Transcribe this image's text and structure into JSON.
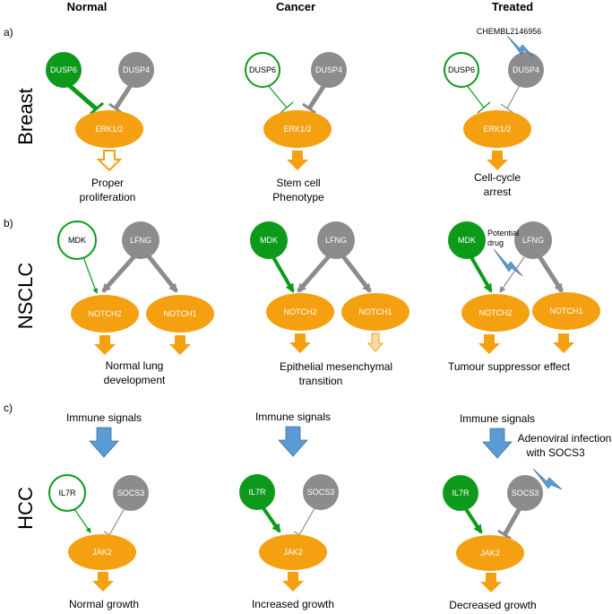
{
  "columns": {
    "normal": "Normal",
    "cancer": "Cancer",
    "treated": "Treated"
  },
  "panels": {
    "a": {
      "letter": "a)",
      "row_label": "Breast"
    },
    "b": {
      "letter": "b)",
      "row_label": "NSCLC"
    },
    "c": {
      "letter": "c)",
      "row_label": "HCC"
    }
  },
  "colors": {
    "green": "#0d9a1a",
    "grey": "#8c8c8c",
    "orange": "#f5a011",
    "orange_light": "#fbd9a8",
    "blue": "#5b9bd5",
    "blue_dark": "#41719c"
  },
  "breast": {
    "dusp6": "DUSP6",
    "dusp4": "DUSP4",
    "erk": "ERK1/2",
    "normal_outcome": [
      "Proper",
      "proliferation"
    ],
    "cancer_outcome": [
      "Stem cell",
      "Phenotype"
    ],
    "treated_outcome": [
      "Cell-cycle",
      "arrest"
    ],
    "drug": "CHEMBL2146956"
  },
  "nsclc": {
    "mdk": "MDK",
    "lfng": "LFNG",
    "notch2": "NOTCH2",
    "notch1": "NOTCH1",
    "normal_outcome": [
      "Normal lung",
      "development"
    ],
    "cancer_outcome": [
      "Epithelial mesenchymal",
      "transition"
    ],
    "treated_outcome": "Tumour suppressor effect",
    "drug": [
      "Potential",
      "drug"
    ]
  },
  "hcc": {
    "signals": "Immune signals",
    "il7r": "IL7R",
    "socs3": "SOCS3",
    "jak2": "JAK2",
    "normal_outcome": "Normal growth",
    "cancer_outcome": "Increased growth",
    "treated_outcome": "Decreased growth",
    "therapy": [
      "Adenoviral infection",
      "with SOCS3"
    ]
  }
}
